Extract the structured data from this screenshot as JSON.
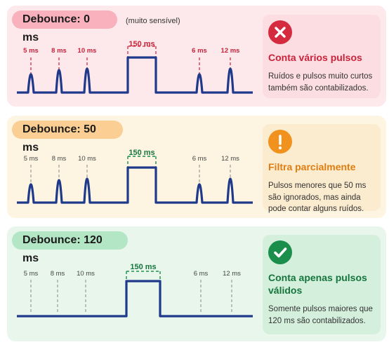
{
  "panels": [
    {
      "label": "Debounce: 0 ms",
      "note": "(muito sensível)",
      "pulse_labels": [
        "5 ms",
        "8 ms",
        "10 ms",
        "150 ms",
        "6 ms",
        "12 ms"
      ],
      "title": "Conta vários pulsos",
      "description": "Ruídos e pulsos muito curtos também são contabilizados.",
      "icon": "x-icon",
      "accent": "#d42b3f"
    },
    {
      "label": "Debounce: 50 ms",
      "pulse_labels": [
        "5 ms",
        "8 ms",
        "10 ms",
        "150 ms",
        "6 ms",
        "12 ms"
      ],
      "title": "Filtra parcialmente",
      "description": "Pulsos menores que 50 ms são ignorados, mas ainda pode contar alguns ruídos.",
      "icon": "exclamation-icon",
      "accent": "#f0921d"
    },
    {
      "label": "Debounce: 120 ms",
      "pulse_labels": [
        "5 ms",
        "8 ms",
        "10 ms",
        "150 ms",
        "6 ms",
        "12 ms"
      ],
      "title": "Conta apenas pulsos válidos",
      "description": "Somente pulsos maiores que 120 ms são contabilizados.",
      "icon": "check-icon",
      "accent": "#1a8f4b"
    }
  ],
  "colors": {
    "signal": "#1f3a8a",
    "counted_marker": "#d42b3f",
    "valid_marker": "#1a8f4b",
    "ignored_marker": "#9a9a9a"
  }
}
